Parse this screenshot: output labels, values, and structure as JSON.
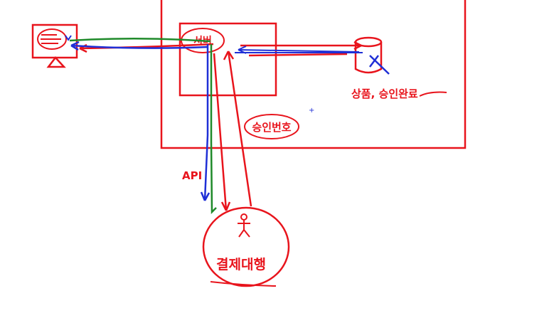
{
  "labels": {
    "server": "서버",
    "db": "상품, 승인완료",
    "approval": "승인번호",
    "api": "API",
    "payment": "결제대행"
  },
  "colors": {
    "red": "#e8141c",
    "blue": "#1f2fd6",
    "green": "#1f8a2a",
    "background": "#ffffff"
  },
  "icons": [
    "monitor-icon",
    "database-icon",
    "stick-figure-icon"
  ]
}
